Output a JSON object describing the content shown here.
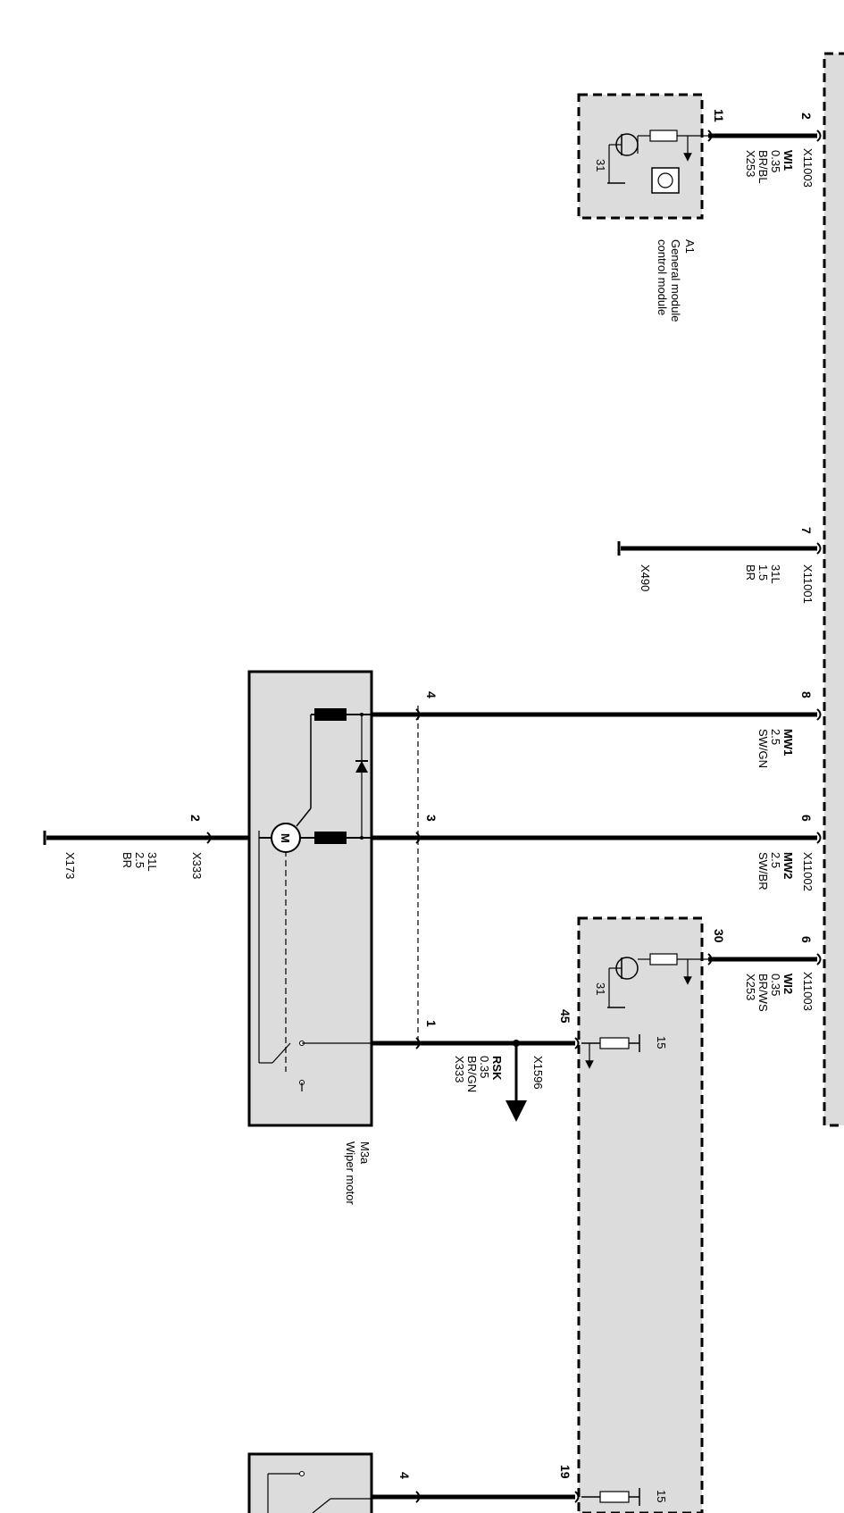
{
  "modules": {
    "a1": {
      "ref": "A1",
      "line1": "General module",
      "line2": "control module"
    },
    "m3a": {
      "ref": "M3a",
      "name": "Wiper motor"
    }
  },
  "wires": {
    "wi1": {
      "pin_left": "11",
      "pin_right": "2",
      "label": "WI1",
      "size": "0.35",
      "color": "BR/BL",
      "conn_left": "X253",
      "conn_right": "X11003"
    },
    "l31a": {
      "pin_right": "7",
      "label": "31L",
      "size": "1.5",
      "color": "BR",
      "conn_left": "X490",
      "conn_right": "X11001"
    },
    "mw1": {
      "pin_left": "4",
      "pin_right": "8",
      "label": "MW1",
      "size": "2.5",
      "color": "SW/GN"
    },
    "mw2": {
      "pin_left": "3",
      "pin_right": "6",
      "label": "MW2",
      "size": "2.5",
      "color": "SW/BR",
      "conn_right": "X11002"
    },
    "wi2": {
      "pin_left": "30",
      "pin_right": "6",
      "label": "WI2",
      "size": "0.35",
      "color": "BR/WS",
      "conn_left": "X253",
      "conn_right": "X11003"
    },
    "l31b": {
      "pin": "2",
      "label": "31L",
      "size": "2.5",
      "color": "BR",
      "conn": "X333",
      "ground": "X173"
    },
    "rsk": {
      "pin_left": "1",
      "pin_right": "45",
      "label": "RSK",
      "size": "0.35",
      "color": "BR/GN",
      "conn": "X333",
      "splice": "X1596"
    }
  },
  "symbols": {
    "transistor_ground_pin": "31",
    "supply_pin": "15",
    "motor": "M"
  },
  "bottom": {
    "pin_left": "4",
    "pin_right": "19",
    "supply_pin": "15"
  }
}
